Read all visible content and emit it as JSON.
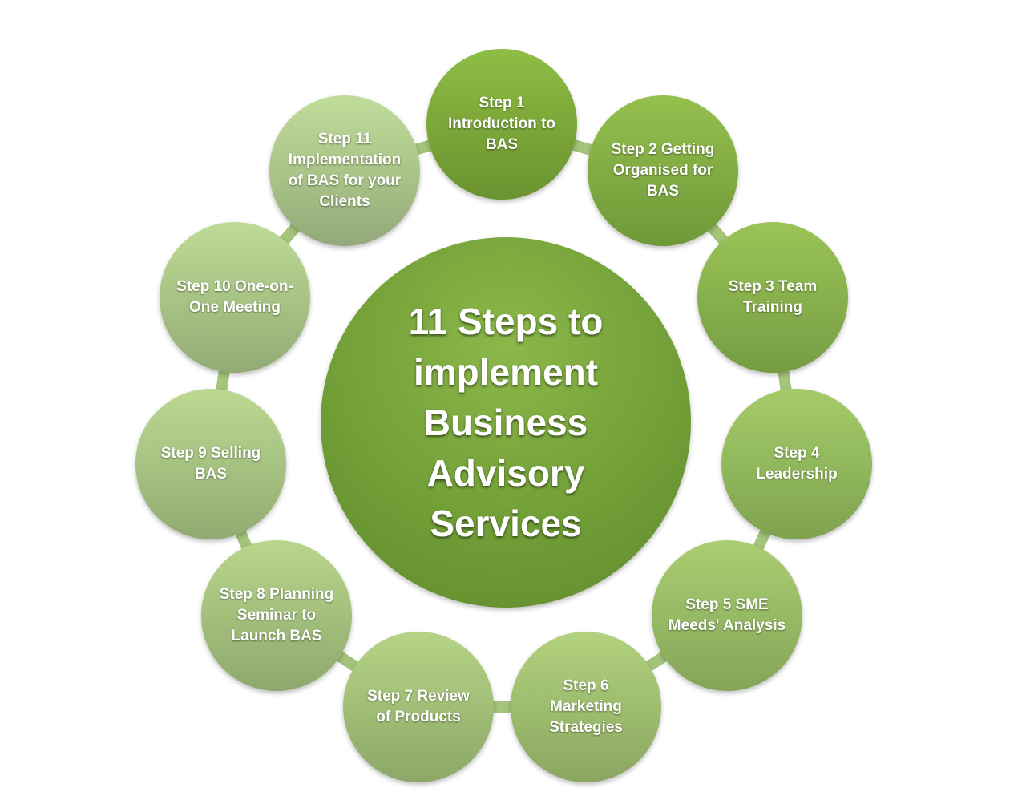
{
  "title": "11 Steps to implement Business Advisory Services",
  "steps": [
    {
      "label": "Step 1 Introduction to BAS"
    },
    {
      "label": "Step 2 Getting Organised for BAS"
    },
    {
      "label": "Step 3 Team Training"
    },
    {
      "label": "Step 4 Leadership"
    },
    {
      "label": "Step 5 SME Meeds' Analysis"
    },
    {
      "label": "Step 6 Marketing Strategies"
    },
    {
      "label": "Step 7 Review of Products"
    },
    {
      "label": "Step 8 Planning Seminar to Launch BAS"
    },
    {
      "label": "Step 9 Selling BAS"
    },
    {
      "label": "Step 10 One-on-One Meeting"
    },
    {
      "label": "Step 11 Implementation of BAS for your Clients"
    }
  ],
  "colors": {
    "primary_green": "#76a33a",
    "light_green": "#a8c287",
    "connector": "#a3c47a",
    "text": "#ffffff"
  }
}
